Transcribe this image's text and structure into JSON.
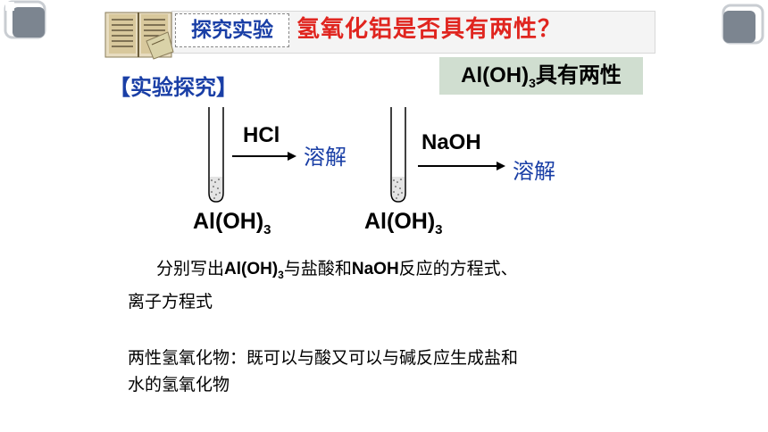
{
  "title": {
    "tag": "探究实验",
    "question": "氢氧化铝是否具有两性？"
  },
  "section_label": "【实验探究】",
  "conclusion": {
    "prefix": "Al(OH)",
    "sub": "3",
    "suffix": "具有两性"
  },
  "experiments": [
    {
      "reagent": "HCl",
      "result": "溶解",
      "formula_main": "Al(OH)",
      "formula_sub": "3"
    },
    {
      "reagent": "NaOH",
      "result": "溶解",
      "formula_main": "Al(OH)",
      "formula_sub": "3"
    }
  ],
  "task": {
    "part1": "分别写出",
    "formula_main": "Al(OH)",
    "formula_sub": "3",
    "part2": "与盐酸和",
    "base": "NaOH",
    "part3": "反应的方程式、",
    "line2": "离子方程式"
  },
  "definition": {
    "line1": "两性氢氧化物：既可以与酸又可以与碱反应生成盐和",
    "line2": "水的氢氧化物"
  },
  "colors": {
    "title_red": "#e0251f",
    "accent_blue": "#1a3fa6",
    "conclusion_bg": "#d0ded0",
    "corner_gray": "#7c8590"
  },
  "icons": [
    "book-icon",
    "corner-decoration-left",
    "corner-decoration-right",
    "test-tube-icon",
    "reaction-arrow-icon"
  ]
}
